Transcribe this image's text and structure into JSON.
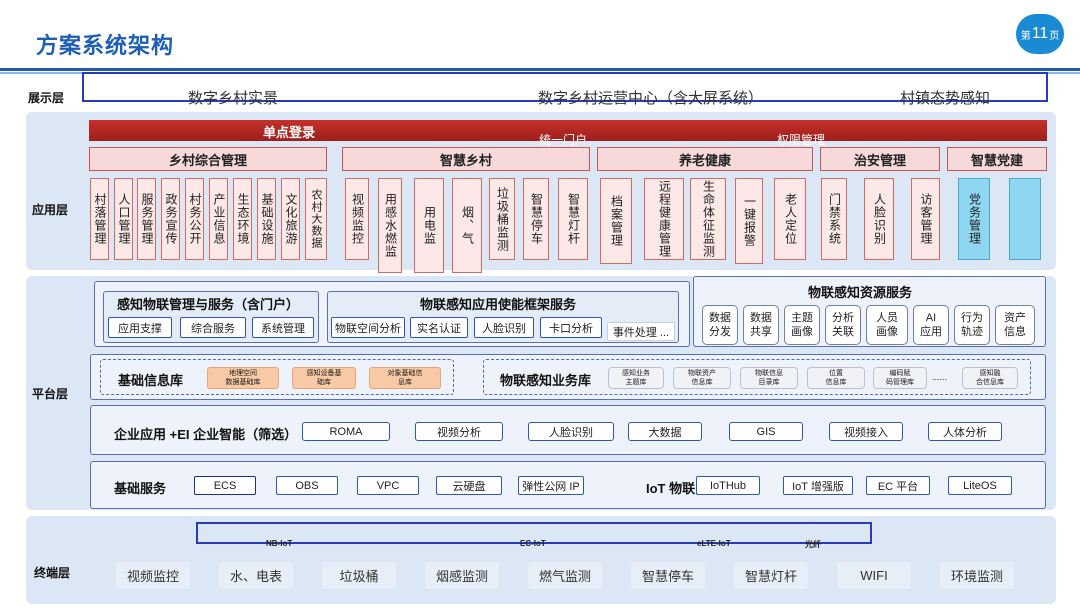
{
  "header": {
    "title": "方案系统架构",
    "page_prefix": "第",
    "page_num": "11",
    "page_suffix": "页"
  },
  "layers": {
    "display": "展示层",
    "application": "应用层",
    "platform": "平台层",
    "terminal": "终端层"
  },
  "display": {
    "items": [
      "数字乡村实景",
      "数字乡村运营中心（含大屏系统）",
      "村镇态势感知"
    ]
  },
  "application": {
    "sso": "单点登录",
    "portal": "统一门户",
    "permission": "权限管理",
    "groups": {
      "village": {
        "title": "乡村综合管理",
        "items": [
          "村落管理",
          "人口管理",
          "服务管理",
          "政务宣传",
          "村务公开",
          "产业信息",
          "生态环境",
          "基础设施",
          "文化旅游",
          "农村大数据"
        ]
      },
      "smart": {
        "title": "智慧乡村",
        "items": [
          "视频监控",
          "用感水燃监",
          "用电监",
          "烟、气",
          "垃圾桶监测",
          "智慧停车",
          "智慧灯杆"
        ]
      },
      "elderly": {
        "title": "养老健康",
        "items": [
          "档案管理",
          "远程健康管理",
          "生命体征监测",
          "一键报警",
          "老人定位"
        ]
      },
      "security": {
        "title": "治安管理",
        "items": [
          "门禁系统",
          "人脸识别",
          "访客管理"
        ]
      },
      "party": {
        "title": "智慧党建",
        "items": [
          "党务管理",
          ""
        ]
      }
    }
  },
  "platform": {
    "iot_mgmt": {
      "title": "感知物联管理与服务（含门户）",
      "items": [
        "应用支撑",
        "综合服务",
        "系统管理"
      ]
    },
    "enable": {
      "title": "物联感知应用使能框架服务",
      "items": [
        "物联空间分析",
        "实名认证",
        "人脸识别",
        "卡口分析",
        "事件处理 ..."
      ]
    },
    "resource": {
      "title": "物联感知资源服务",
      "items": [
        [
          "数据",
          "分发"
        ],
        [
          "数据",
          "共享"
        ],
        [
          "主题",
          "画像"
        ],
        [
          "分析",
          "关联"
        ],
        [
          "人员",
          "画像"
        ],
        [
          "AI",
          "应用"
        ],
        [
          "行为",
          "轨迹"
        ],
        [
          "资产",
          "信息"
        ]
      ]
    },
    "basic_db": {
      "title": "基础信息库",
      "items": [
        [
          "地理空间",
          "数据基础库"
        ],
        [
          "感知设备基",
          "础库"
        ],
        [
          "对象基础信",
          "息库"
        ]
      ]
    },
    "biz_db": {
      "title": "物联感知业务库",
      "items": [
        [
          "感知业务",
          "主题库"
        ],
        [
          "物联资产",
          "信息库"
        ],
        [
          "物联信息",
          "目录库"
        ],
        [
          "位置",
          "信息库"
        ],
        [
          "编码赋",
          "码管理库"
        ],
        [
          "......",
          ""
        ],
        [
          "感知融",
          "合信息库"
        ]
      ]
    },
    "enterprise": {
      "title": "企业应用 +EI 企业智能（筛选）",
      "items": [
        "ROMA",
        "视频分析",
        "人脸识别",
        "大数据",
        "GIS",
        "视频接入",
        "人体分析"
      ]
    },
    "basic_svc": {
      "title": "基础服务",
      "items": [
        "ECS",
        "OBS",
        "VPC",
        "云硬盘",
        "弹性公网 IP"
      ]
    },
    "iot": {
      "title": "IoT 物联网",
      "items": [
        "IoTHub",
        "IoT 增强版",
        "EC 平台",
        "LiteOS"
      ]
    }
  },
  "terminal": {
    "networks": [
      "NB-IoT",
      "EC-IoT",
      "eLTE-IoT",
      "光纤"
    ],
    "items": [
      "视频监控",
      "水、电表",
      "垃圾桶",
      "烟感监测",
      "燃气监测",
      "智慧停车",
      "智慧灯杆",
      "WIFI",
      "环境监测"
    ]
  },
  "colors": {
    "title_blue": "#1d5fb5",
    "band_blue": "#dbe7f5",
    "red_bar": "#b02a26",
    "pill_border": "#2e55b8",
    "party_cyan": "#8fd6f0"
  }
}
